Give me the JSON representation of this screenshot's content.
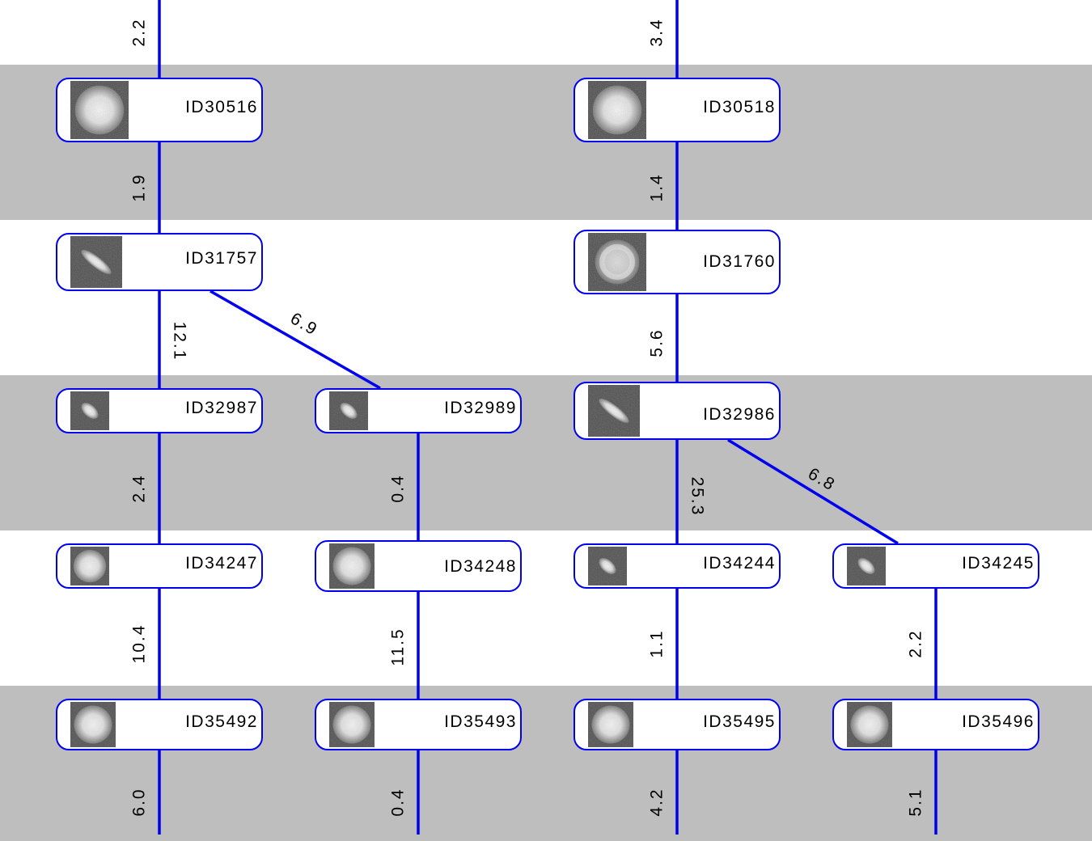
{
  "nodes": [
    {
      "id": "ID30516",
      "shape": "disk"
    },
    {
      "id": "ID30518",
      "shape": "disk"
    },
    {
      "id": "ID31757",
      "shape": "streak"
    },
    {
      "id": "ID31760",
      "shape": "ring"
    },
    {
      "id": "ID32987",
      "shape": "ellipse"
    },
    {
      "id": "ID32989",
      "shape": "ellipse"
    },
    {
      "id": "ID32986",
      "shape": "streak"
    },
    {
      "id": "ID34247",
      "shape": "disk"
    },
    {
      "id": "ID34248",
      "shape": "disk"
    },
    {
      "id": "ID34244",
      "shape": "ellipse"
    },
    {
      "id": "ID34245",
      "shape": "ellipse"
    },
    {
      "id": "ID35492",
      "shape": "disk"
    },
    {
      "id": "ID35493",
      "shape": "disk"
    },
    {
      "id": "ID35495",
      "shape": "disk"
    },
    {
      "id": "ID35496",
      "shape": "disk"
    }
  ],
  "edges": [
    {
      "from": null,
      "to": "ID30516",
      "label": "2.2"
    },
    {
      "from": null,
      "to": "ID30518",
      "label": "3.4"
    },
    {
      "from": "ID30516",
      "to": "ID31757",
      "label": "1.9"
    },
    {
      "from": "ID30518",
      "to": "ID31760",
      "label": "1.4"
    },
    {
      "from": "ID31757",
      "to": "ID32987",
      "label": "12.1"
    },
    {
      "from": "ID31757",
      "to": "ID32989",
      "label": "6.9"
    },
    {
      "from": "ID31760",
      "to": "ID32986",
      "label": "5.6"
    },
    {
      "from": "ID32987",
      "to": "ID34247",
      "label": "2.4"
    },
    {
      "from": "ID32989",
      "to": "ID34248",
      "label": "0.4"
    },
    {
      "from": "ID32986",
      "to": "ID34244",
      "label": "25.3"
    },
    {
      "from": "ID32986",
      "to": "ID34245",
      "label": "6.8"
    },
    {
      "from": "ID34247",
      "to": "ID35492",
      "label": "10.4"
    },
    {
      "from": "ID34248",
      "to": "ID35493",
      "label": "11.5"
    },
    {
      "from": "ID34244",
      "to": "ID35495",
      "label": "1.1"
    },
    {
      "from": "ID34245",
      "to": "ID35496",
      "label": "2.2"
    },
    {
      "from": "ID35492",
      "to": null,
      "label": "6.0"
    },
    {
      "from": "ID35493",
      "to": null,
      "label": "0.4"
    },
    {
      "from": "ID35495",
      "to": null,
      "label": "4.2"
    },
    {
      "from": "ID35496",
      "to": null,
      "label": "5.1"
    }
  ],
  "colors": {
    "band": "#bebebe",
    "edge": "#0000ee",
    "node_border": "#0000ee",
    "background": "#ffffff"
  }
}
